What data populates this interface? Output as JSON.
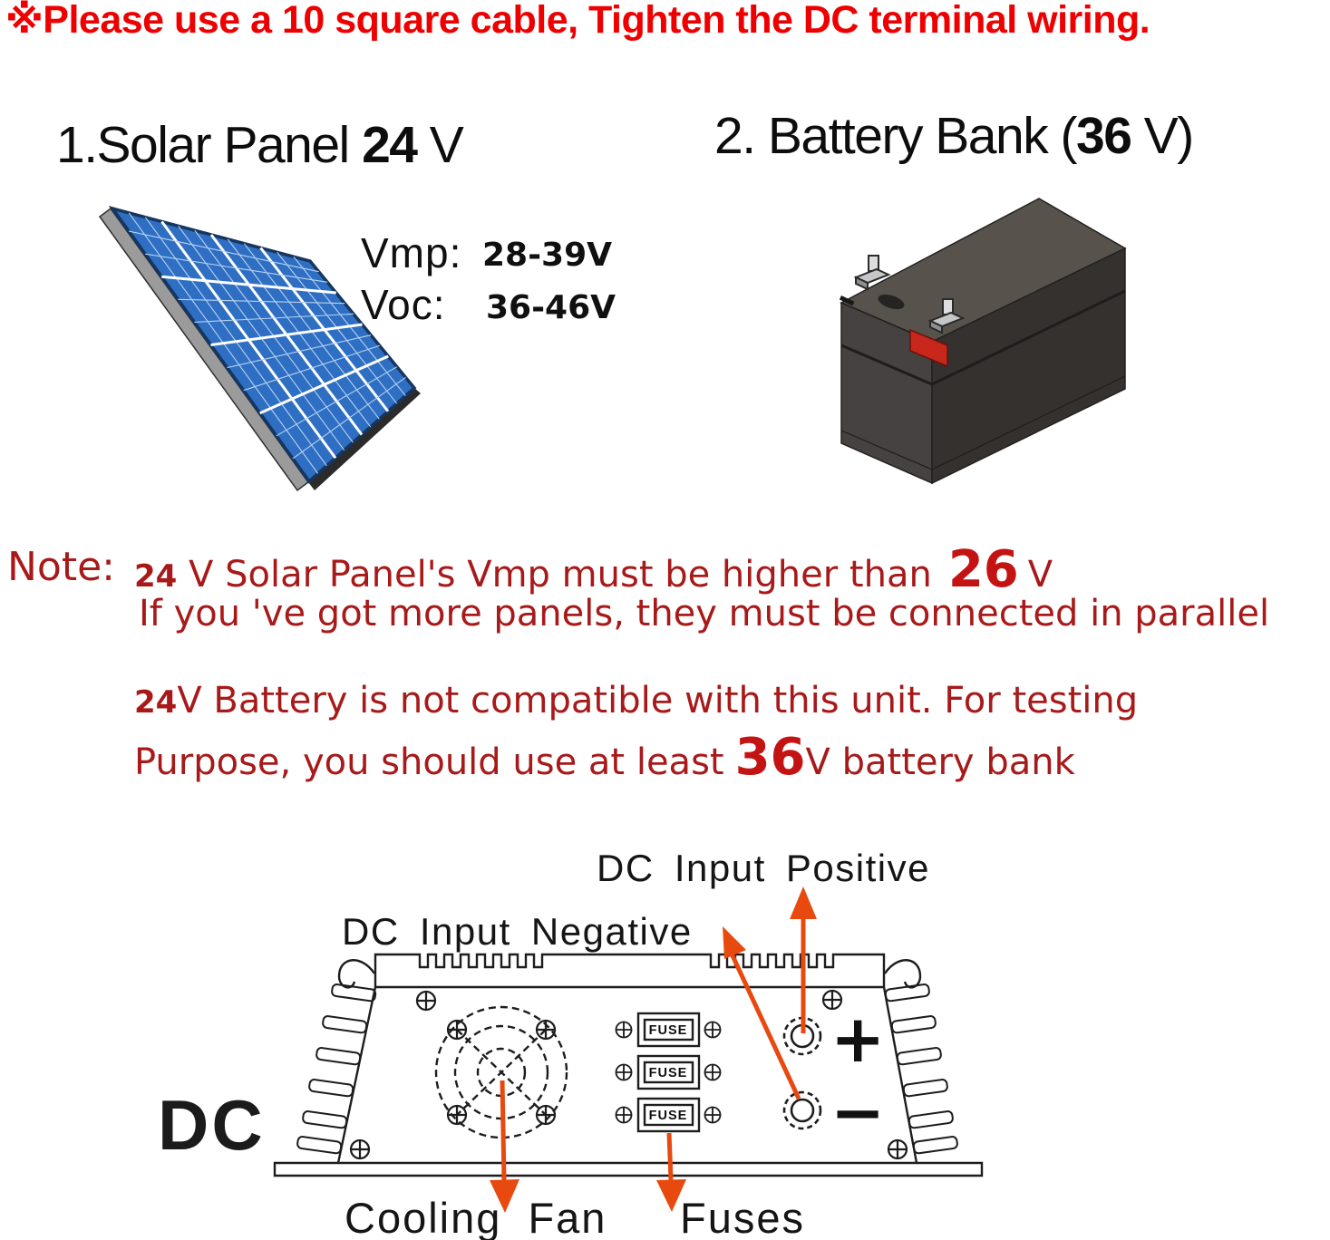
{
  "warning": "※Please use a 10 square cable, Tighten the DC terminal wiring.",
  "solar": {
    "title_prefix": "1.Solar Panel ",
    "voltage": "24",
    "title_suffix": " V",
    "specs": [
      {
        "label": "Vmp:",
        "value": "28-39V"
      },
      {
        "label": "Voc:",
        "value": "36-46V"
      }
    ]
  },
  "battery": {
    "title_prefix": "2. Battery Bank (",
    "voltage": "36",
    "title_suffix": " V)"
  },
  "note": {
    "label": "Note:",
    "l1_num": "24",
    "l1_text": " V Solar Panel's Vmp must be higher than",
    "l1_big": "26",
    "l1_end": "V",
    "l2": "If you 've got more panels, they must be connected in parallel",
    "l3_num": "24",
    "l3_text": "V Battery is not compatible with this unit. For testing",
    "l4_text": "Purpose, you should use at least",
    "l4_big": "36",
    "l4_end": "V battery bank"
  },
  "diagram": {
    "dc_label": "DC",
    "positive_label": "DC Input Positive",
    "negative_label": "DC Input Negative",
    "cooling_fan_label": "Cooling Fan",
    "fuses_label": "Fuses",
    "fuse_text": "FUSE",
    "plus": "+",
    "minus": "−"
  },
  "colors": {
    "warning_red": "#ee0000",
    "note_red": "#a81a1a",
    "number_red": "#c41313",
    "arrow_orange": "#e8490f",
    "panel_blue": "#2e6fc4"
  }
}
